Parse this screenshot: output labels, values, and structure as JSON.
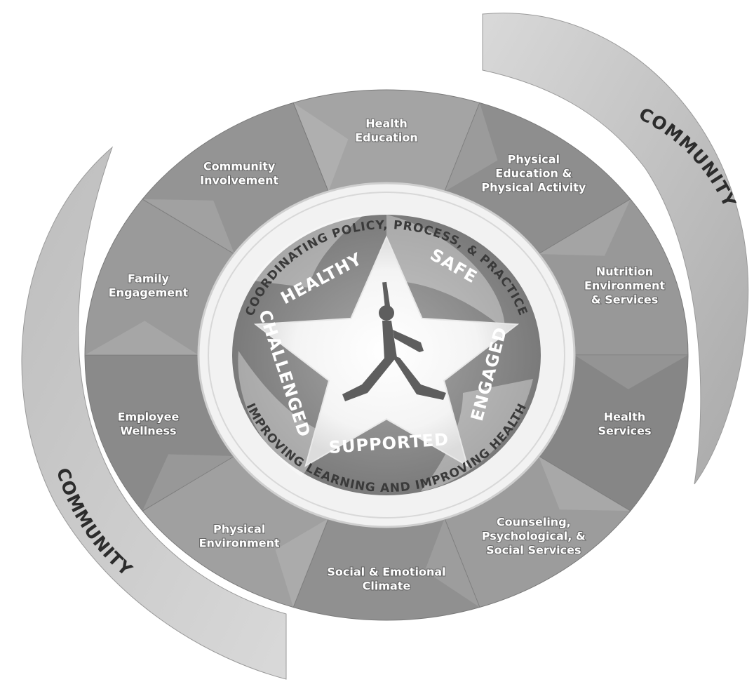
{
  "community_top": "COMMUNITY",
  "community_bottom": "COMMUNITY",
  "segments": [
    {
      "lines": [
        "Health",
        "Education"
      ]
    },
    {
      "lines": [
        "Physical",
        "Education &",
        "Physical Activity"
      ]
    },
    {
      "lines": [
        "Nutrition",
        "Environment",
        "& Services"
      ]
    },
    {
      "lines": [
        "Health",
        "Services"
      ]
    },
    {
      "lines": [
        "Counseling,",
        "Psychological, &",
        "Social Services"
      ]
    },
    {
      "lines": [
        "Social & Emotional",
        "Climate"
      ]
    },
    {
      "lines": [
        "Physical",
        "Environment"
      ]
    },
    {
      "lines": [
        "Employee",
        "Wellness"
      ]
    },
    {
      "lines": [
        "Family",
        "Engagement"
      ]
    },
    {
      "lines": [
        "Community",
        "Involvement"
      ]
    }
  ],
  "ring_top": "COORDINATING POLICY, PROCESS, & PRACTICE",
  "ring_bottom": "IMPROVING LEARNING AND IMPROVING HEALTH",
  "star_words": {
    "healthy": "HEALTHY",
    "safe": "SAFE",
    "engaged": "ENGAGED",
    "supported": "SUPPORTED",
    "challenged": "CHALLENGED"
  }
}
